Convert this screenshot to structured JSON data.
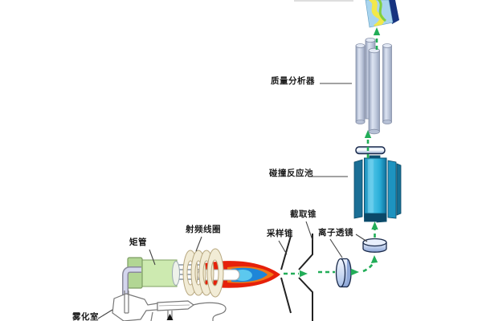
{
  "labels": {
    "spray_chamber": "雾化室",
    "torch": "矩管",
    "rf_coil": "射频线圈",
    "sampler_cone": "采样锥",
    "skimmer_cone": "截取锥",
    "ion_lens": "离子透镜",
    "collision_cell": "碰撞反应池",
    "mass_analyzer": "质量分析器"
  },
  "colors": {
    "beam_arrow_green": "#22ad58",
    "plasma_red": "#e6200a",
    "plasma_orange": "#f07818",
    "plasma_blue": "#1e86d8",
    "plasma_cyan": "#5cc8ee",
    "torch_green": "#cdeab0",
    "coil_cream": "#f2ecd6",
    "collision_cell_cyan": "#2aaed8",
    "analyzer_rod_gray": "#b9c3d6",
    "lens_blue": "#9db8e0",
    "detector_face_blue": "#a8d4ee",
    "detector_wave_yellow": "#f2e84a",
    "detector_edge_navy": "#16337f",
    "label_text": "#1a1a1a"
  }
}
